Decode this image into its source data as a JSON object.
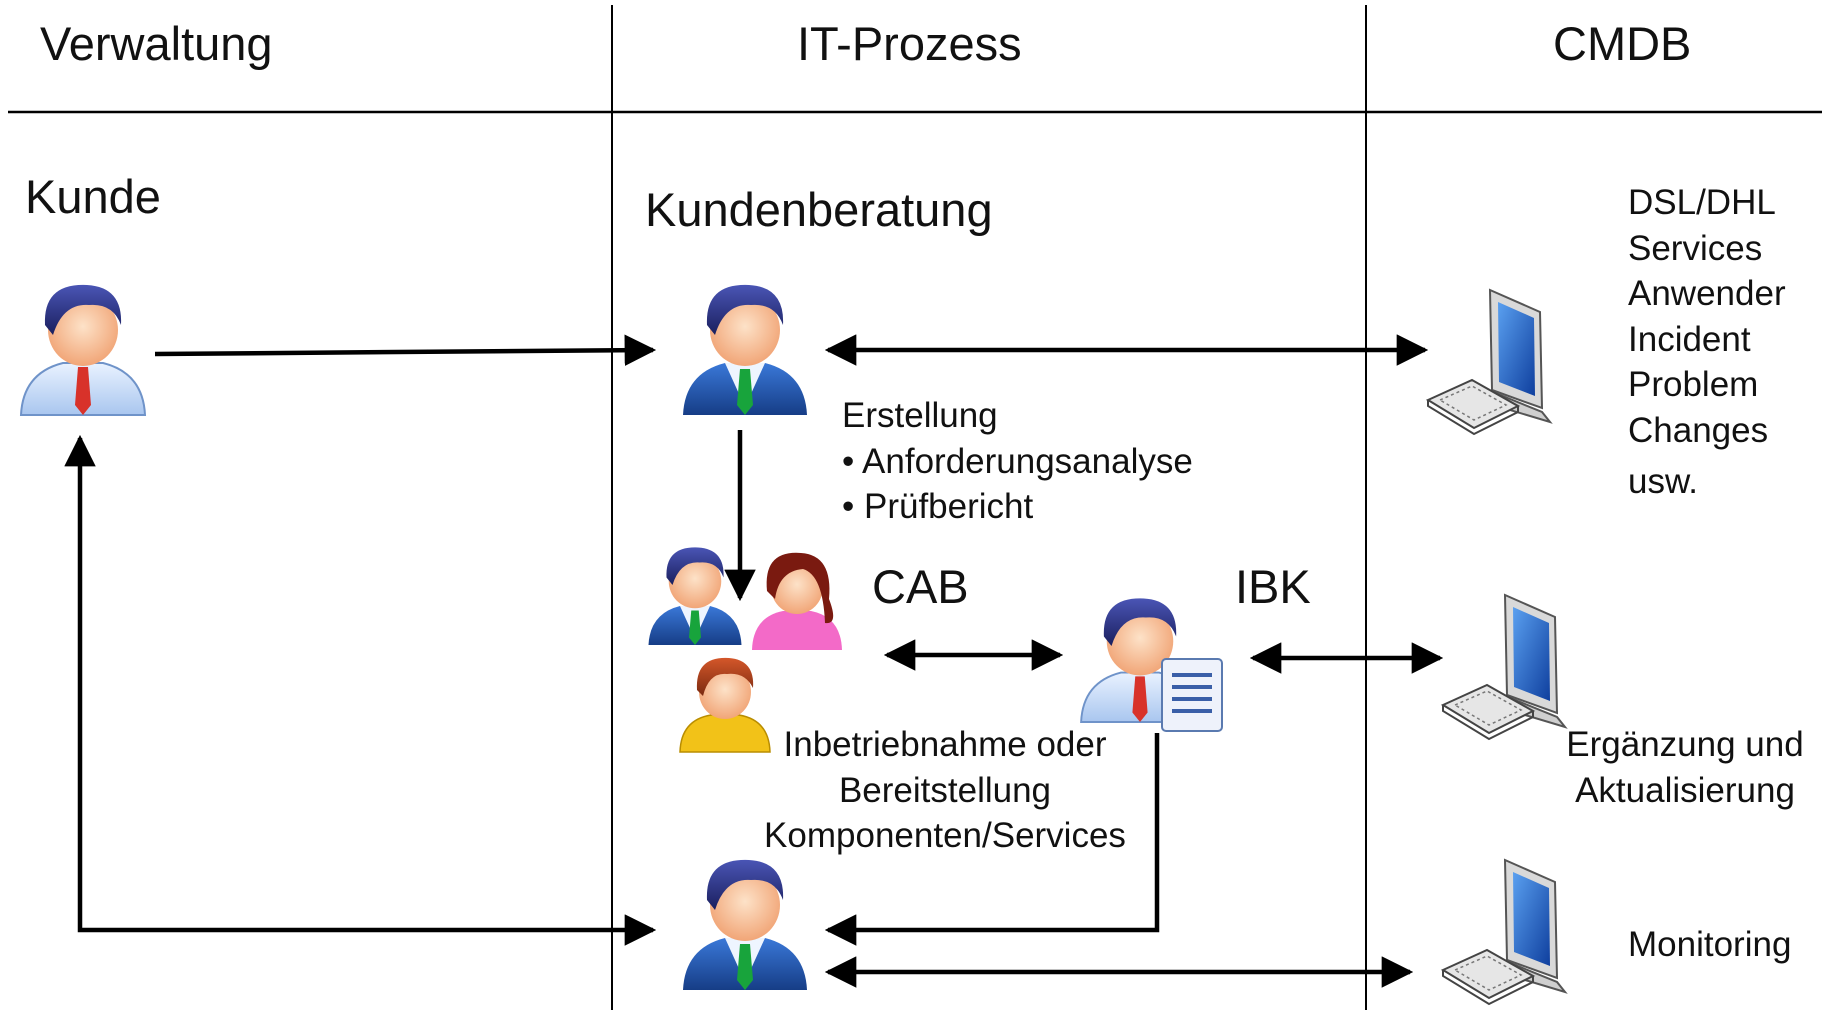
{
  "columns": [
    "Verwaltung",
    "IT-Prozess",
    "CMDB"
  ],
  "kunde_label": "Kunde",
  "kundenberatung_label": "Kundenberatung",
  "cmdb_items": [
    "DSL/DHL",
    "Services",
    "Anwender",
    "Incident",
    "Problem",
    "Changes",
    "usw."
  ],
  "erstellung": [
    "Erstellung",
    "• Anforderungsanalyse",
    "• Prüfbericht"
  ],
  "cab_label": "CAB",
  "ibk_label": "IBK",
  "inbetriebnahme": [
    "Inbetriebnahme oder",
    "Bereitstellung",
    "Komponenten/Services"
  ],
  "ergaenzung": [
    "Ergänzung und",
    "Aktualisierung"
  ],
  "monitoring_label": "Monitoring",
  "colors": {
    "suit_blue": "#1f4f9c",
    "tie_green": "#1a9a3a",
    "tie_red": "#d42a1f",
    "hair_dark": "#2a2f7a",
    "skin": "#f6b98e",
    "monitor_blue": "#1d64c8"
  }
}
